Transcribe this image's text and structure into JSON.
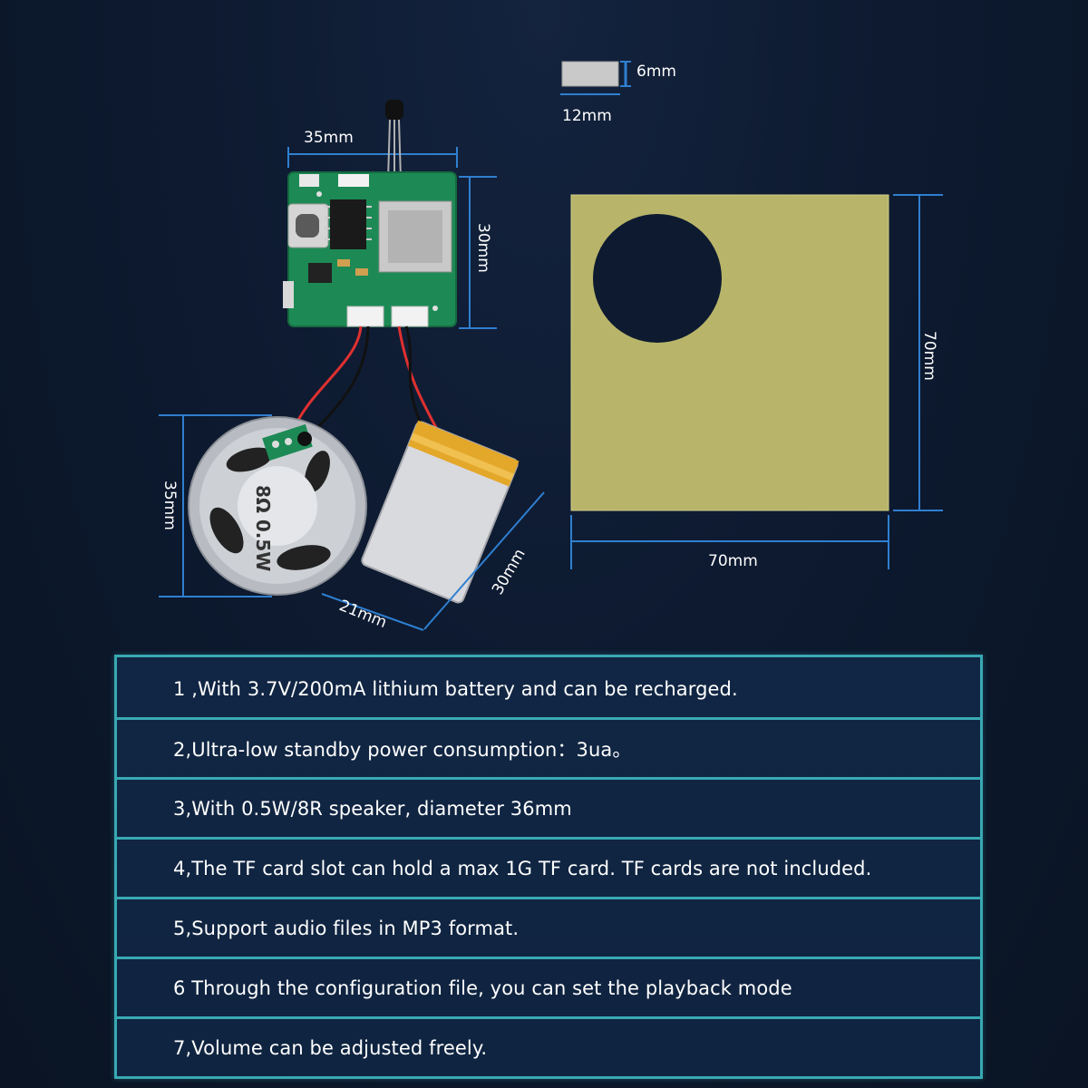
{
  "dimensions": {
    "label_6mm": "6mm",
    "label_12mm": "12mm",
    "board_width": "35mm",
    "board_height": "30mm",
    "sticker_height": "70mm",
    "sticker_width": "70mm",
    "speaker_diameter": "35mm",
    "battery_width": "21mm",
    "battery_length": "30mm"
  },
  "speaker_marking": "8Ω 0.5W",
  "specs": [
    "1 ,With 3.7V/200mA lithium battery and can be recharged.",
    "2,Ultra-low standby power consumption：3ua。",
    "3,With 0.5W/8R speaker, diameter 36mm",
    "4,The TF card slot can hold a max 1G TF card. TF cards are not included.",
    "5,Support audio files in MP3 format.",
    "6 Through the configuration file, you can set the playback mode",
    "7,Volume can be adjusted freely."
  ],
  "colors": {
    "border": "#38a9b3",
    "pcb": "#1d8a55",
    "sticker": "#b8b56a"
  }
}
